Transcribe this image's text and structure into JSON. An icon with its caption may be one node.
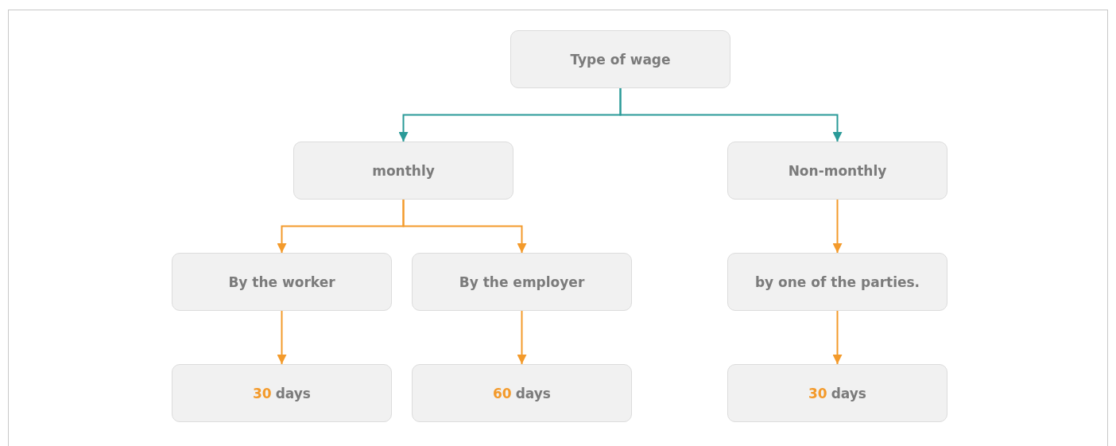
{
  "diagram": {
    "nodes": [
      {
        "text": [
          "Type of wage"
        ]
      },
      {
        "text": [
          "monthly"
        ]
      },
      {
        "text": [
          "Non-monthly"
        ]
      },
      {
        "text": [
          "By the worker"
        ]
      },
      {
        "text": [
          "By the employer"
        ]
      },
      {
        "text": [
          "by one of the parties."
        ]
      },
      {
        "text": [
          "30",
          "days"
        ]
      },
      {
        "text": [
          "60",
          "days"
        ]
      },
      {
        "text": [
          "30",
          "days"
        ]
      }
    ],
    "edges": [
      {
        "from": 0,
        "to": 1,
        "arrow": "to",
        "color": "#2a9a98"
      },
      {
        "from": 0,
        "to": 2,
        "arrow": "to",
        "color": "#2a9a98"
      },
      {
        "from": 1,
        "to": 3,
        "arrow": "to"
      },
      {
        "from": 1,
        "to": 4,
        "arrow": "to"
      },
      {
        "from": 2,
        "to": 5,
        "arrow": "to"
      },
      {
        "from": 3,
        "to": 6,
        "arrow": "to"
      },
      {
        "from": 4,
        "to": 7,
        "arrow": "to"
      },
      {
        "from": 5,
        "to": 8,
        "arrow": "to"
      }
    ]
  }
}
